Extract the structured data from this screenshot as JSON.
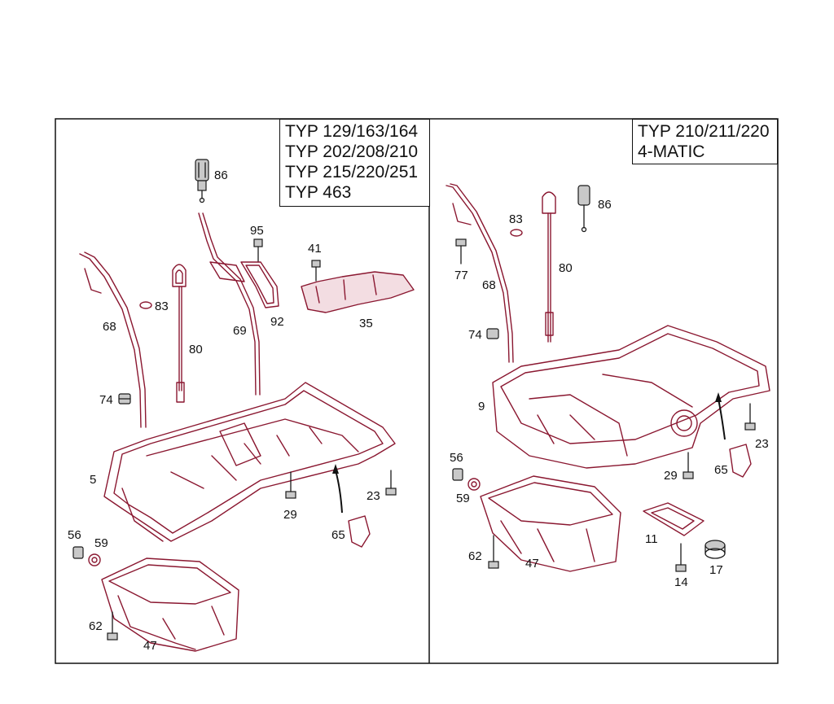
{
  "panels": [
    {
      "type_lines": [
        "TYP 129/163/164",
        "TYP 202/208/210",
        "TYP 215/220/251",
        "TYP 463"
      ]
    },
    {
      "type_lines": [
        "TYP 210/211/220",
        "4-MATIC"
      ]
    }
  ],
  "callouts_left": {
    "c86": "86",
    "c95": "95",
    "c41": "41",
    "c83": "83",
    "c68": "68",
    "c80": "80",
    "c69": "69",
    "c92": "92",
    "c35": "35",
    "c74": "74",
    "c5": "5",
    "c29": "29",
    "c23": "23",
    "c65": "65",
    "c56": "56",
    "c59": "59",
    "c62": "62",
    "c47": "47"
  },
  "callouts_right": {
    "c86": "86",
    "c83": "83",
    "c77": "77",
    "c68": "68",
    "c80": "80",
    "c74": "74",
    "c9": "9",
    "c23": "23",
    "c56": "56",
    "c59": "59",
    "c29": "29",
    "c65": "65",
    "c11": "11",
    "c62": "62",
    "c47": "47",
    "c14": "14",
    "c17": "17"
  },
  "colors": {
    "part_line": "#8a1730",
    "part_fill": "#f3dde2",
    "ink": "#1a1a1a",
    "frame": "#111111"
  }
}
